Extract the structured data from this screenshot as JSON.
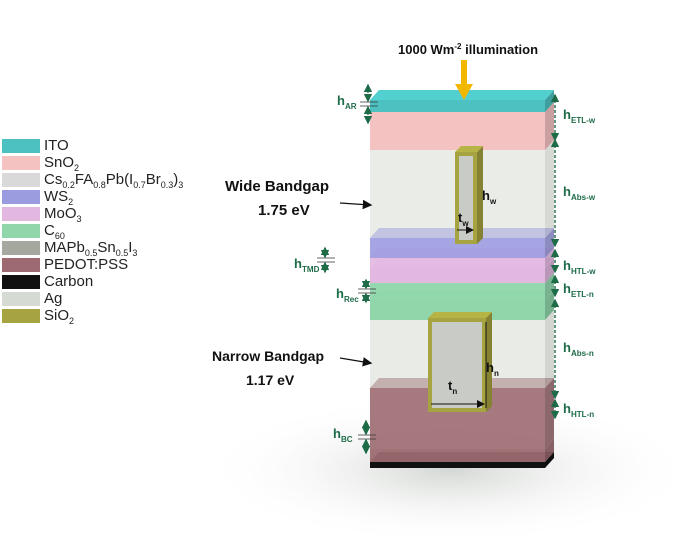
{
  "illumination_label": "1000 Wm",
  "illumination_sup": "-2",
  "illumination_suffix": " illumination",
  "wide_bandgap": {
    "title": "Wide Bandgap",
    "value": "1.75 eV"
  },
  "narrow_bandgap": {
    "title": "Narrow Bandgap",
    "value": "1.17 eV"
  },
  "colors": {
    "ito": "#4dc1c1",
    "sno2": "#f5c2c2",
    "absorber_wide": "#d9d9d9",
    "ws2": "#9b9be0",
    "moo3": "#e2b8e0",
    "c60": "#8fd6ab",
    "absorber_narrow": "#a4a89e",
    "pedot": "#9c6a70",
    "carbon": "#111111",
    "ag": "#d5dad2",
    "sio2": "#a6a440",
    "dim": "#1e6b48",
    "arrow": "#f2b800"
  },
  "legend": [
    {
      "key": "ito",
      "label": "ITO"
    },
    {
      "key": "sno2",
      "label": "SnO",
      "sub": "2"
    },
    {
      "key": "absorber_wide",
      "parts": [
        "Cs",
        "0.2",
        "FA",
        "0.8",
        "Pb(I",
        "0.7",
        "Br",
        "0.3",
        ")",
        "3",
        ""
      ]
    },
    {
      "key": "ws2",
      "label": "WS",
      "sub": "2"
    },
    {
      "key": "moo3",
      "label": "MoO",
      "sub": "3"
    },
    {
      "key": "c60",
      "label": "C",
      "sub": "60"
    },
    {
      "key": "absorber_narrow",
      "parts": [
        "MAPb",
        "0.5",
        "Sn",
        "0.5",
        "I",
        "3",
        ""
      ]
    },
    {
      "key": "pedot",
      "label": "PEDOT:PSS"
    },
    {
      "key": "carbon",
      "label": "Carbon"
    },
    {
      "key": "ag",
      "label": "Ag"
    },
    {
      "key": "sio2",
      "label": "SiO",
      "sub": "2"
    }
  ],
  "dimensions": {
    "left": [
      {
        "main": "h",
        "sub": "AR"
      },
      {
        "main": "h",
        "sub": "TMD"
      },
      {
        "main": "h",
        "sub": "Rec"
      },
      {
        "main": "h",
        "sub": "BC"
      }
    ],
    "right": [
      {
        "main": "h",
        "sub": "ETL-w"
      },
      {
        "main": "h",
        "sub": "Abs-w"
      },
      {
        "main": "h",
        "sub": "HTL-w"
      },
      {
        "main": "h",
        "sub": "ETL-n"
      },
      {
        "main": "h",
        "sub": "Abs-n"
      },
      {
        "main": "h",
        "sub": "HTL-n"
      }
    ],
    "inner": [
      {
        "main": "h",
        "sub": "w"
      },
      {
        "main": "t",
        "sub": "w"
      },
      {
        "main": "h",
        "sub": "n"
      },
      {
        "main": "t",
        "sub": "n"
      }
    ]
  }
}
